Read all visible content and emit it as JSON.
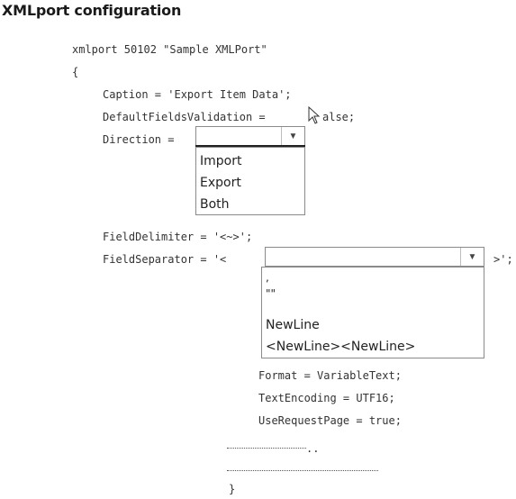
{
  "title": "XMLport configuration",
  "code": {
    "header": "xmlport 50102 \"Sample XMLPort\"",
    "open_brace": "{",
    "caption": "Caption = 'Export Item Data';",
    "default_fields_validation_prefix": "DefaultFieldsValidation = ",
    "default_fields_validation_suffix": "alse;",
    "direction_prefix": "Direction = ",
    "field_delimiter": "FieldDelimiter = '<~>';",
    "field_separator_prefix": "FieldSeparator = '<",
    "field_separator_suffix": ">';",
    "format": "Format = VariableText;",
    "text_encoding": "TextEncoding = UTF16;",
    "use_request_page": "UseRequestPage = true;",
    "close_brace": "}"
  },
  "direction_dropdown": {
    "selected": "",
    "options": [
      "Import",
      "Export",
      "Both"
    ]
  },
  "separator_dropdown": {
    "selected": "",
    "options": [
      ",",
      "\"\"",
      "",
      "NewLine",
      "<NewLine><NewLine>"
    ]
  },
  "icons": {
    "dropdown_arrow": "chevron-down-icon",
    "cursor": "mouse-pointer-icon"
  }
}
